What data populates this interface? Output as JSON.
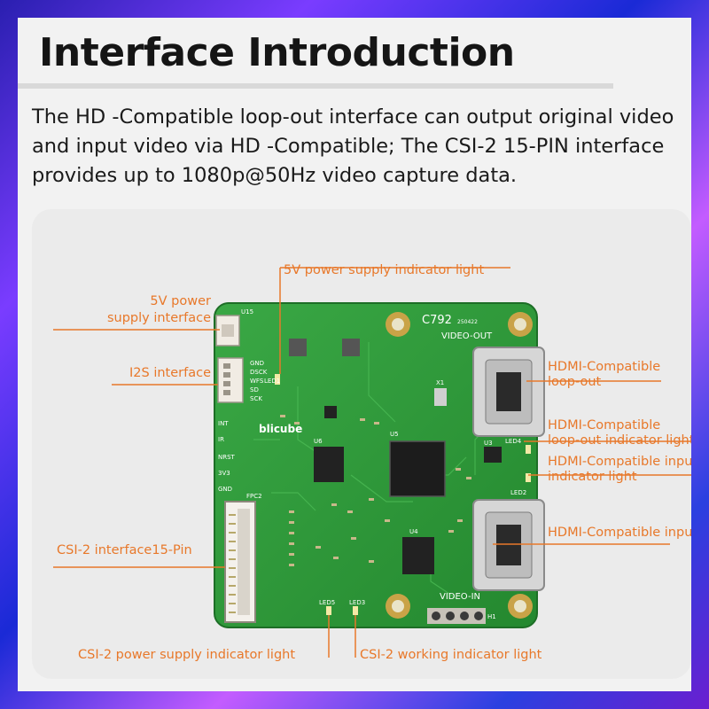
{
  "header": {
    "title": "Interface Introduction",
    "description": "The HD -Compatible loop-out interface can output original video and input video via HD -Compatible; The CSI-2 15-PIN interface provides up to 1080p@50Hz video capture data."
  },
  "board": {
    "brand": "blicube",
    "model": "C792",
    "model_sub": "250422",
    "video_out": "VIDEO-OUT",
    "video_in": "VIDEO-IN",
    "silk": {
      "u15": "U15",
      "gnd": "GND",
      "dsck": "DSCK",
      "wfs": "WFS",
      "sd": "SD",
      "sck": "SCK",
      "int": "INT",
      "ir": "IR",
      "nrst": "NRST",
      "v3": "3V3",
      "gnd2": "GND",
      "fpc2": "FPC2",
      "led4": "LED4",
      "led2": "LED2",
      "led3": "LED3",
      "led5": "LED5",
      "led1": "LED1",
      "u3": "U3",
      "u4": "U4",
      "u5": "U5",
      "u6": "U6",
      "h1": "H1",
      "x1": "X1"
    }
  },
  "labels": {
    "power_led": "5V power supply indicator light",
    "power_interface_1": "5V power",
    "power_interface_2": "supply interface",
    "i2s": "I2S interface",
    "hdmi_loop_out_1": "HDMI-Compatible",
    "hdmi_loop_out_2": "loop-out",
    "hdmi_loop_led_1": "HDMI-Compatible",
    "hdmi_loop_led_2": "loop-out indicator light",
    "hdmi_in_led_1": "HDMI-Compatible input",
    "hdmi_in_led_2": "indicator light",
    "hdmi_in": "HDMI-Compatible input",
    "csi_interface": "CSI-2 interface15-Pin",
    "csi_power_led": "CSI-2 power supply indicator light",
    "csi_work_led": "CSI-2 working indicator light"
  },
  "colors": {
    "board": "#2f9a3a",
    "label": "#e8782a",
    "frame": "#f2f2f2",
    "panel": "#ebebeb"
  }
}
